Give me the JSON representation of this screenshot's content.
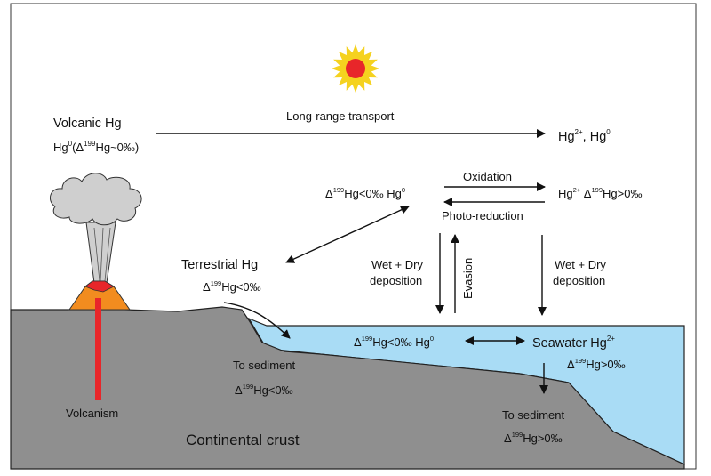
{
  "diagram": {
    "volcanic_hg": {
      "title": "Volcanic Hg",
      "formula_main": "Hg",
      "formula_sup": "0",
      "formula_rest_a": "(Δ",
      "formula_rest_sup": "199",
      "formula_rest_b": "Hg~0‰)"
    },
    "long_range_transport": "Long-range transport",
    "atmos_right": {
      "a": "Hg",
      "sup_a": "2+",
      "b": ", Hg",
      "sup_b": "0"
    },
    "oxidation": "Oxidation",
    "photo_reduction": "Photo-reduction",
    "left_hg0": {
      "delta": "Δ",
      "sup": "199",
      "rest": "Hg<0‰  Hg",
      "sup2": "0"
    },
    "right_hg2": {
      "a": "Hg",
      "sup_a": "2+",
      "b": "  Δ",
      "sup_b": "199",
      "c": "Hg>0‰"
    },
    "terrestrial_hg": {
      "title": "Terrestrial Hg",
      "delta": "Δ",
      "sup": "199",
      "rest": "Hg<0‰"
    },
    "wet_dry_1": {
      "line1": "Wet + Dry",
      "line2": "deposition"
    },
    "wet_dry_2": {
      "line1": "Wet + Dry",
      "line2": "deposition"
    },
    "evasion": "Evasion",
    "ocean_hg0": {
      "delta": "Δ",
      "sup": "199",
      "rest": "Hg<0‰  Hg",
      "sup2": "0"
    },
    "seawater": {
      "title": "Seawater Hg",
      "title_sup": "2+",
      "delta": "Δ",
      "sup": "199",
      "rest": "Hg>0‰"
    },
    "to_sediment_left": {
      "title": "To sediment",
      "delta": "Δ",
      "sup": "199",
      "rest": "Hg<0‰"
    },
    "to_sediment_right": {
      "title": "To sediment",
      "delta": "Δ",
      "sup": "199",
      "rest": "Hg>0‰"
    },
    "volcanism": "Volcanism",
    "continental_crust": "Continental crust",
    "colors": {
      "sky": "#ffffff",
      "crust": "#8f8f8f",
      "sea": "#a9dcf5",
      "lava": "#e8262a",
      "volcano": "#f28c1f",
      "plume": "#cfcfcf",
      "sun_core": "#e8262a",
      "sun_rays": "#f5d21f"
    },
    "icons": {
      "sun": "sun-icon",
      "volcano": "volcano-icon"
    }
  }
}
